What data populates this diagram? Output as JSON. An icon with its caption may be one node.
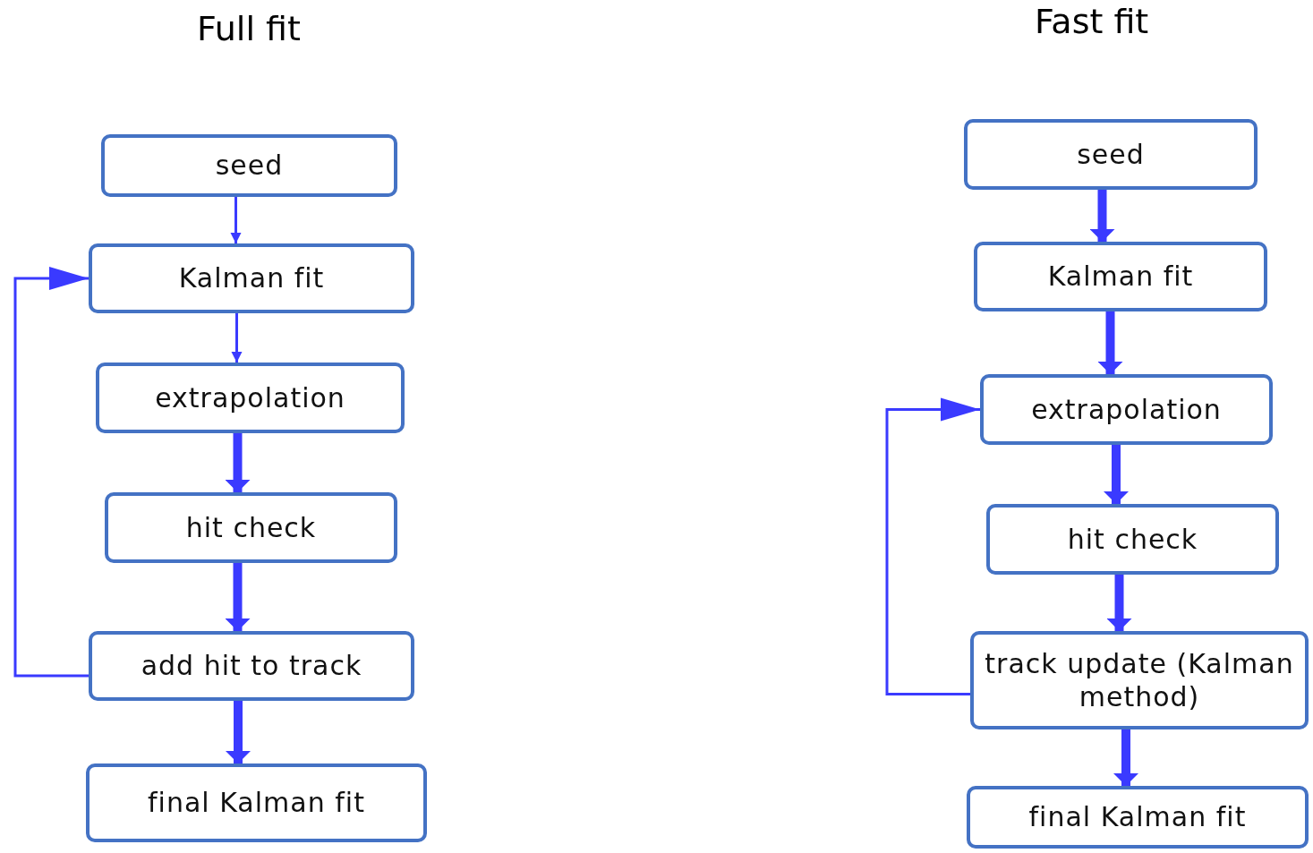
{
  "diagram": {
    "nodes": [
      {
        "text": [
          "seed"
        ]
      },
      {
        "text": [
          "Kalman fit"
        ]
      },
      {
        "text": [
          "extrapolation"
        ]
      },
      {
        "text": [
          "hit check"
        ]
      },
      {
        "text": [
          "add hit to track"
        ]
      },
      {
        "text": [
          "final Kalman fit"
        ]
      },
      {
        "text": [
          "seed"
        ]
      },
      {
        "text": [
          "Kalman fit"
        ]
      },
      {
        "text": [
          "extrapolation"
        ]
      },
      {
        "text": [
          "hit check"
        ]
      },
      {
        "text": [
          "track update (Kalman method)"
        ]
      },
      {
        "text": [
          "final Kalman fit"
        ]
      }
    ],
    "edges": [
      {
        "from": 0,
        "to": 1,
        "arrow": "to"
      },
      {
        "from": 1,
        "to": 2,
        "arrow": "to"
      },
      {
        "from": 2,
        "to": 3,
        "arrow": "to"
      },
      {
        "from": 3,
        "to": 4,
        "arrow": "to"
      },
      {
        "from": 4,
        "to": 5,
        "arrow": "to"
      },
      {
        "from": 4,
        "to": 1,
        "arrow": "to"
      },
      {
        "from": 6,
        "to": 7,
        "arrow": "to"
      },
      {
        "from": 7,
        "to": 8,
        "arrow": "to"
      },
      {
        "from": 8,
        "to": 9,
        "arrow": "to"
      },
      {
        "from": 9,
        "to": 10,
        "arrow": "to"
      },
      {
        "from": 10,
        "to": 11,
        "arrow": "to"
      },
      {
        "from": 10,
        "to": 8,
        "arrow": "to"
      }
    ],
    "labels": [
      "Full fit",
      "Fast fit"
    ]
  }
}
